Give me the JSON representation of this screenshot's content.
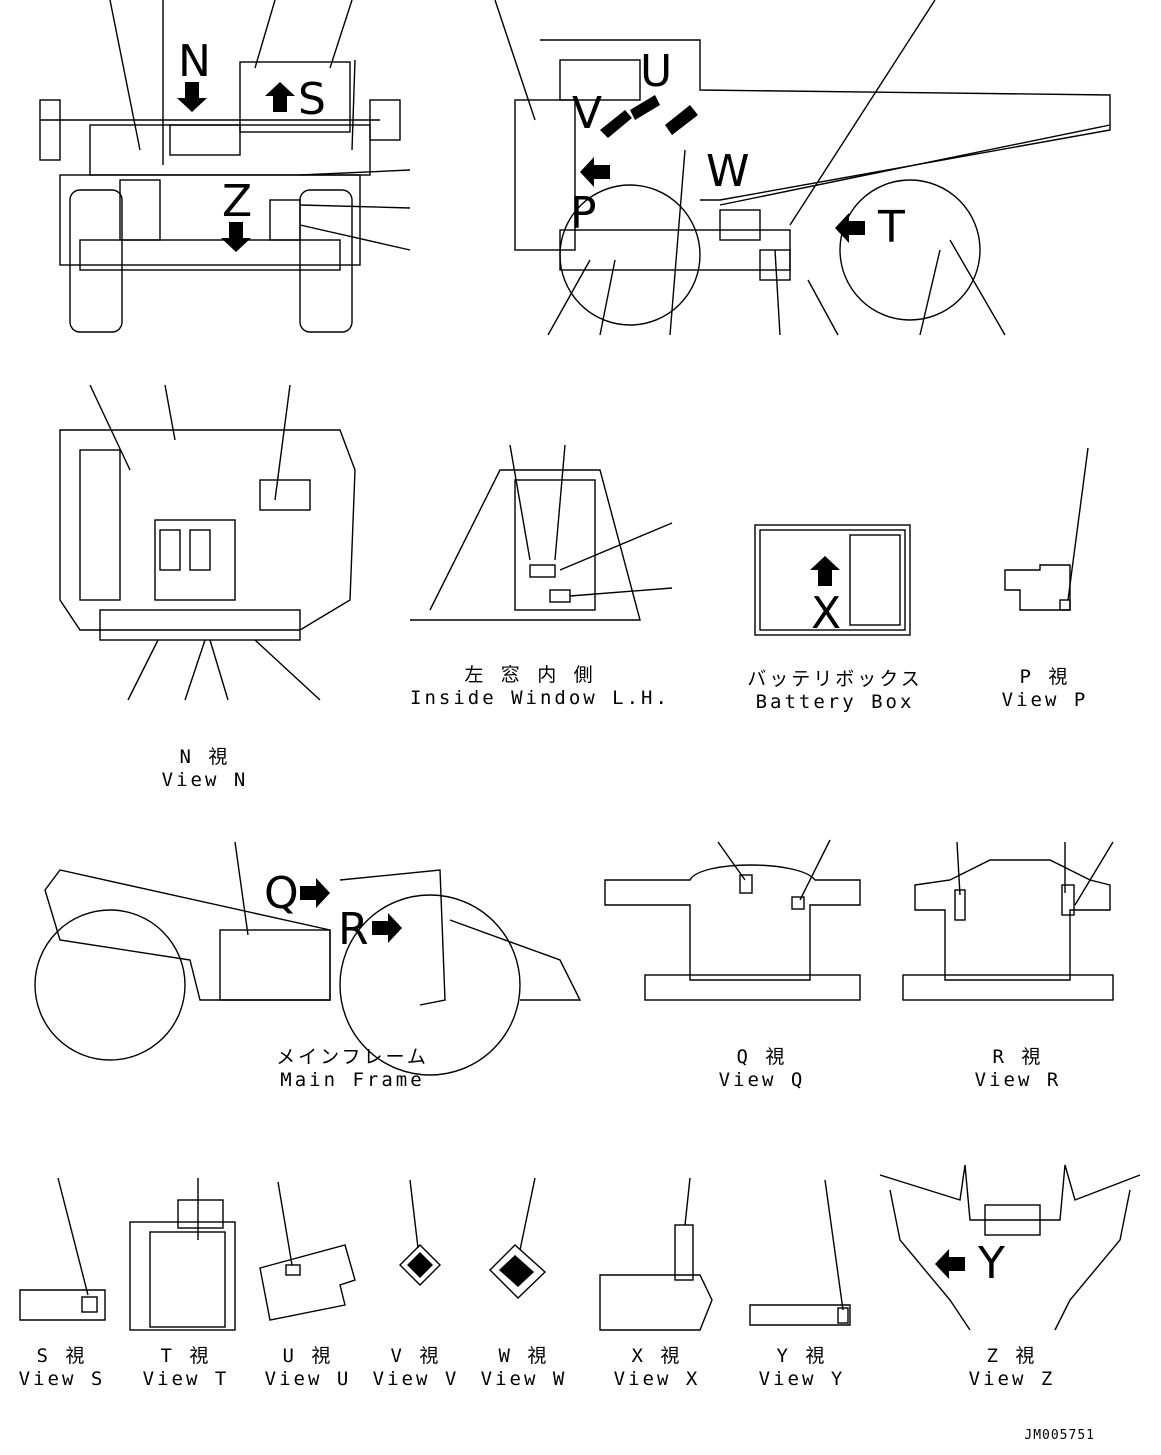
{
  "labels": {
    "front_n": "N",
    "front_s": "S",
    "front_z": "Z",
    "side_v": "V",
    "side_u": "U",
    "side_w": "W",
    "side_p": "P",
    "side_t": "T",
    "battery_x": "X",
    "frame_q": "Q",
    "frame_r": "R",
    "view_z_y": "Y"
  },
  "captions": {
    "inside_window": {
      "jp": "左 窓 内 側",
      "en": "Inside Window L.H."
    },
    "battery_box": {
      "jp": "バッテリボックス",
      "en": "Battery Box"
    },
    "view_p": {
      "jp": "P  視",
      "en": "View P"
    },
    "view_n": {
      "jp": "N  視",
      "en": "View N"
    },
    "main_frame": {
      "jp": "メインフレーム",
      "en": "Main Frame"
    },
    "view_q": {
      "jp": "Q  視",
      "en": "View Q"
    },
    "view_r": {
      "jp": "R  視",
      "en": "View R"
    },
    "view_s": {
      "jp": "S  視",
      "en": "View S"
    },
    "view_t": {
      "jp": "T  視",
      "en": "View T"
    },
    "view_u": {
      "jp": "U  視",
      "en": "View U"
    },
    "view_v": {
      "jp": "V  視",
      "en": "View V"
    },
    "view_w": {
      "jp": "W  視",
      "en": "View W"
    },
    "view_x": {
      "jp": "X  視",
      "en": "View X"
    },
    "view_y": {
      "jp": "Y  視",
      "en": "View Y"
    },
    "view_z": {
      "jp": "Z  視",
      "en": "View Z"
    }
  },
  "document_number": "JM005751"
}
